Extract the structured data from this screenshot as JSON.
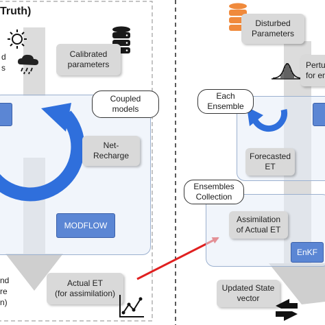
{
  "left": {
    "title_fragment": "Truth)",
    "clipped_text_top": [
      "d",
      "s"
    ],
    "clipped_text_bottom": [
      "nd",
      "re",
      "n)"
    ],
    "calibrated_parameters": "Calibrated\nparameters",
    "coupled_models": "Coupled\nmodels",
    "net_recharge": "Net-\nRecharge",
    "modflow": "MODFLOW",
    "actual_et": "Actual ET\n(for assimilation)"
  },
  "right": {
    "disturbed_parameters": "Disturbed\nParameters",
    "perturbed_fragment": "Pertu\nfor en",
    "each_ensemble": "Each\nEnsemble",
    "forecasted_et": "Forecasted\nET",
    "ensembles_collection": "Ensembles\nCollection",
    "assimilation_actual_et": "Assimilation\nof Actual ET",
    "enkf": "EnKF",
    "updated_state_vector": "Updated State\nvector"
  },
  "colors": {
    "database_left": "#1a1a1a",
    "database_right": "#f08a3c",
    "cycle_arrow": "#2f6fdc",
    "red_arrow": "#e02020",
    "gray_box": "#d9d9d9",
    "blue_box": "#5b86d4"
  },
  "icons": [
    "sun-icon",
    "rain-cloud-icon",
    "database-icon",
    "bell-curve-icon",
    "line-chart-icon",
    "exchange-icon"
  ]
}
